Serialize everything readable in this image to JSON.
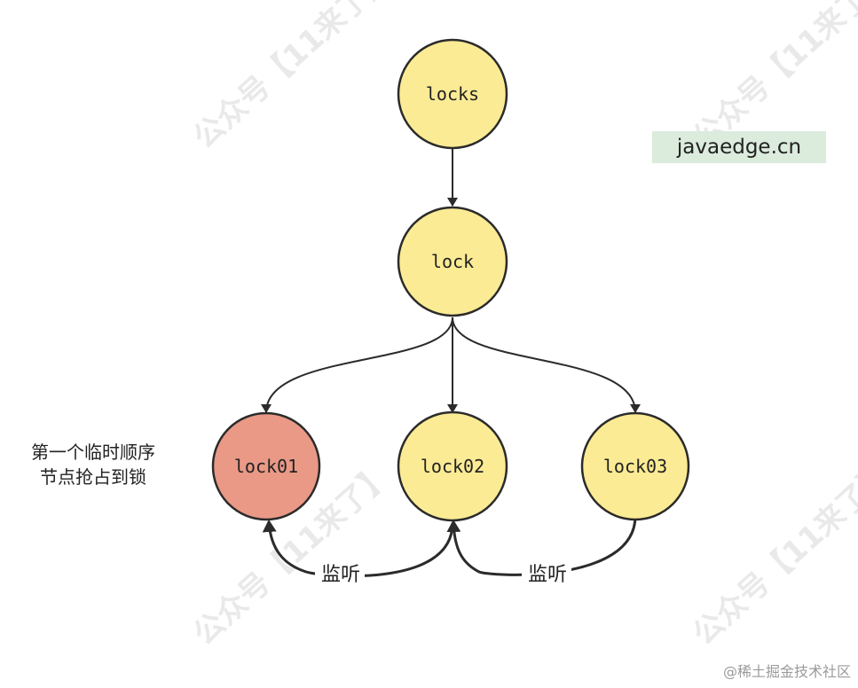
{
  "nodes": {
    "locks": "locks",
    "lock": "lock",
    "lock01": "lock01",
    "lock02": "lock02",
    "lock03": "lock03"
  },
  "labels": {
    "watch_left": "监听",
    "watch_right": "监听",
    "side_note_line1": "第一个临时顺序",
    "side_note_line2": "节点抢占到锁",
    "tag": "javaedge.cn",
    "footer": "@稀土掘金技术社区"
  },
  "watermark_text": "公众号【11来了】",
  "colors": {
    "node_fill": "#fbeb94",
    "holder_fill": "#e99986",
    "stroke": "#2b2b2b",
    "tag_bg": "#dbebdc"
  }
}
